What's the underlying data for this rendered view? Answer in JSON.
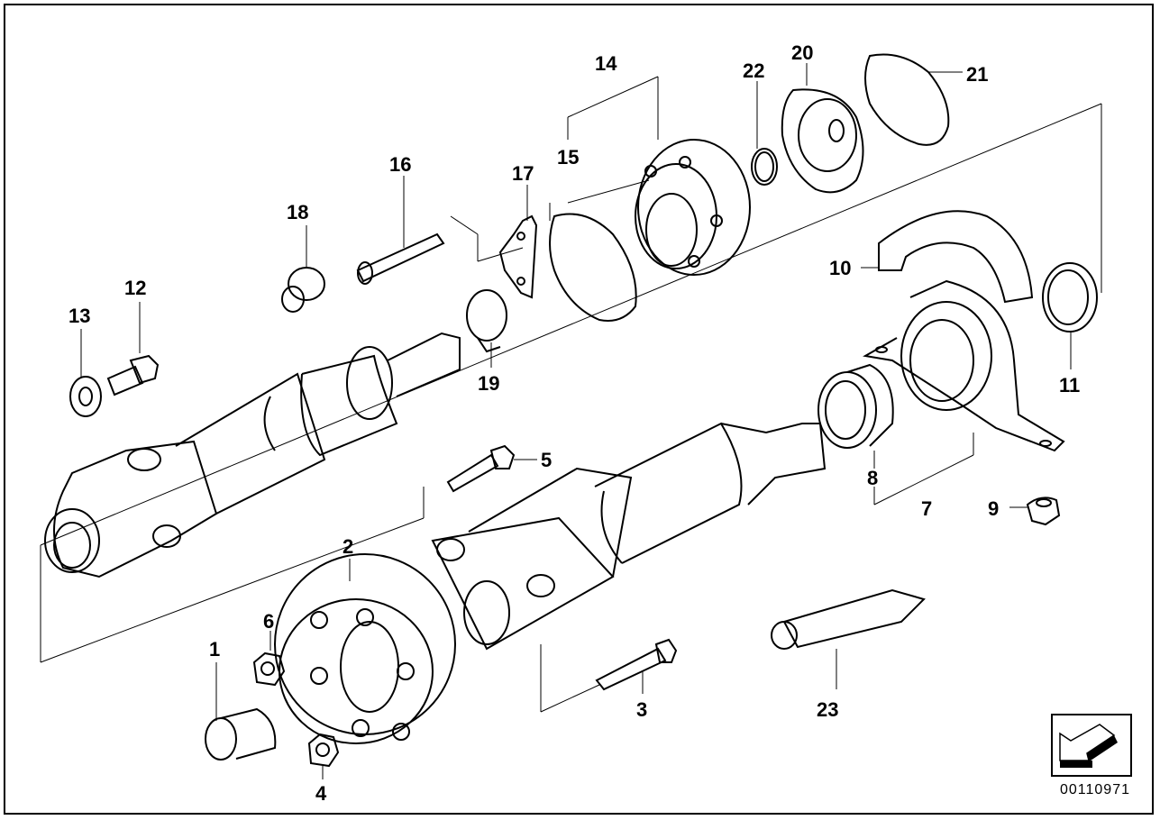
{
  "diagram": {
    "title": "Drive shaft parts diagram",
    "document_code": "00110971",
    "nav_icon": "arrow-down-left-icon",
    "colors": {
      "line": "#000000",
      "background": "#ffffff"
    },
    "callouts": [
      {
        "id": "1",
        "text": "1"
      },
      {
        "id": "2",
        "text": "2"
      },
      {
        "id": "3",
        "text": "3"
      },
      {
        "id": "4",
        "text": "4"
      },
      {
        "id": "5",
        "text": "5"
      },
      {
        "id": "6",
        "text": "6"
      },
      {
        "id": "7",
        "text": "7"
      },
      {
        "id": "8",
        "text": "8"
      },
      {
        "id": "9",
        "text": "9"
      },
      {
        "id": "10",
        "text": "10"
      },
      {
        "id": "11",
        "text": "11"
      },
      {
        "id": "12",
        "text": "12"
      },
      {
        "id": "13",
        "text": "13"
      },
      {
        "id": "14",
        "text": "14"
      },
      {
        "id": "15",
        "text": "15"
      },
      {
        "id": "16",
        "text": "16"
      },
      {
        "id": "17",
        "text": "17"
      },
      {
        "id": "18",
        "text": "18"
      },
      {
        "id": "19",
        "text": "19"
      },
      {
        "id": "20",
        "text": "20"
      },
      {
        "id": "21",
        "text": "21"
      },
      {
        "id": "22",
        "text": "22"
      },
      {
        "id": "23",
        "text": "23"
      }
    ]
  }
}
